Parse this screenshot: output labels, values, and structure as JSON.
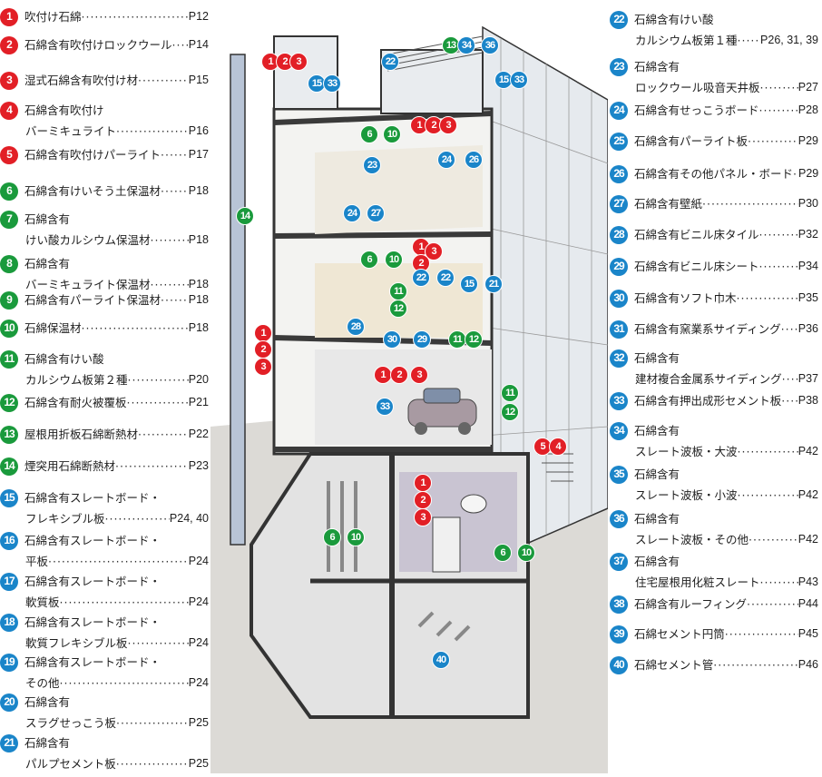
{
  "colors": {
    "spray": "#e21f26",
    "insulation": "#1a9a3c",
    "board": "#1a85c9"
  },
  "legend_left": [
    {
      "n": "1",
      "color": "red",
      "line1": "吹付け石綿",
      "line2": "",
      "page": "P12"
    },
    {
      "n": "2",
      "color": "red",
      "line1": "石綿含有吹付けロックウール",
      "line2": "",
      "page": "P14"
    },
    {
      "n": "3",
      "color": "red",
      "line1": "湿式石綿含有吹付け材",
      "line2": "",
      "page": "P15"
    },
    {
      "n": "4",
      "color": "red",
      "line1": "石綿含有吹付け",
      "line2": "バーミキュライト",
      "page": "P16"
    },
    {
      "n": "5",
      "color": "red",
      "line1": "石綿含有吹付けパーライト",
      "line2": "",
      "page": "P17"
    },
    {
      "n": "6",
      "color": "green",
      "line1": "石綿含有けいそう土保温材",
      "line2": "",
      "page": "P18"
    },
    {
      "n": "7",
      "color": "green",
      "line1": "石綿含有",
      "line2": "けい酸カルシウム保温材",
      "page": "P18"
    },
    {
      "n": "8",
      "color": "green",
      "line1": "石綿含有",
      "line2": "バーミキュライト保温材",
      "page": "P18"
    },
    {
      "n": "9",
      "color": "green",
      "line1": "石綿含有パーライト保温材",
      "line2": "",
      "page": "P18"
    },
    {
      "n": "10",
      "color": "green",
      "line1": "石綿保温材",
      "line2": "",
      "page": "P18"
    },
    {
      "n": "11",
      "color": "green",
      "line1": "石綿含有けい酸",
      "line2": "カルシウム板第２種",
      "page": "P20"
    },
    {
      "n": "12",
      "color": "green",
      "line1": "石綿含有耐火被覆板",
      "line2": "",
      "page": "P21"
    },
    {
      "n": "13",
      "color": "green",
      "line1": "屋根用折板石綿断熱材",
      "line2": "",
      "page": "P22"
    },
    {
      "n": "14",
      "color": "green",
      "line1": "煙突用石綿断熱材",
      "line2": "",
      "page": "P23"
    },
    {
      "n": "15",
      "color": "blue",
      "line1": "石綿含有スレートボード・",
      "line2": "フレキシブル板",
      "page": "P24, 40"
    },
    {
      "n": "16",
      "color": "blue",
      "line1": "石綿含有スレートボード・",
      "line2": "平板",
      "page": "P24"
    },
    {
      "n": "17",
      "color": "blue",
      "line1": "石綿含有スレートボード・",
      "line2": "軟質板",
      "page": "P24"
    },
    {
      "n": "18",
      "color": "blue",
      "line1": "石綿含有スレートボード・",
      "line2": "軟質フレキシブル板",
      "page": "P24"
    },
    {
      "n": "19",
      "color": "blue",
      "line1": "石綿含有スレートボード・",
      "line2": "その他",
      "page": "P24"
    },
    {
      "n": "20",
      "color": "blue",
      "line1": "石綿含有",
      "line2": "スラグせっこう板",
      "page": "P25"
    },
    {
      "n": "21",
      "color": "blue",
      "line1": "石綿含有",
      "line2": "パルプセメント板",
      "page": "P25"
    }
  ],
  "legend_right": [
    {
      "n": "22",
      "color": "blue",
      "line1": "石綿含有けい酸",
      "line2": "カルシウム板第１種",
      "page": "P26, 31, 39"
    },
    {
      "n": "23",
      "color": "blue",
      "line1": "石綿含有",
      "line2": "ロックウール吸音天井板",
      "page": "P27"
    },
    {
      "n": "24",
      "color": "blue",
      "line1": "石綿含有せっこうボード",
      "line2": "",
      "page": "P28"
    },
    {
      "n": "25",
      "color": "blue",
      "line1": "石綿含有パーライト板",
      "line2": "",
      "page": "P29"
    },
    {
      "n": "26",
      "color": "blue",
      "line1": "石綿含有その他パネル・ボード",
      "line2": "",
      "page": "P29"
    },
    {
      "n": "27",
      "color": "blue",
      "line1": "石綿含有壁紙",
      "line2": "",
      "page": "P30"
    },
    {
      "n": "28",
      "color": "blue",
      "line1": "石綿含有ビニル床タイル",
      "line2": "",
      "page": "P32"
    },
    {
      "n": "29",
      "color": "blue",
      "line1": "石綿含有ビニル床シート",
      "line2": "",
      "page": "P34"
    },
    {
      "n": "30",
      "color": "blue",
      "line1": "石綿含有ソフト巾木",
      "line2": "",
      "page": "P35"
    },
    {
      "n": "31",
      "color": "blue",
      "line1": "石綿含有窯業系サイディング",
      "line2": "",
      "page": "P36"
    },
    {
      "n": "32",
      "color": "blue",
      "line1": "石綿含有",
      "line2": "建材複合金属系サイディング",
      "page": "P37"
    },
    {
      "n": "33",
      "color": "blue",
      "line1": "石綿含有押出成形セメント板",
      "line2": "",
      "page": "P38"
    },
    {
      "n": "34",
      "color": "blue",
      "line1": "石綿含有",
      "line2": "スレート波板・大波",
      "page": "P42"
    },
    {
      "n": "35",
      "color": "blue",
      "line1": "石綿含有",
      "line2": "スレート波板・小波",
      "page": "P42"
    },
    {
      "n": "36",
      "color": "blue",
      "line1": "石綿含有",
      "line2": "スレート波板・その他",
      "page": "P42"
    },
    {
      "n": "37",
      "color": "blue",
      "line1": "石綿含有",
      "line2": "住宅屋根用化粧スレート",
      "page": "P43"
    },
    {
      "n": "38",
      "color": "blue",
      "line1": "石綿含有ルーフィング",
      "line2": "",
      "page": "P44"
    },
    {
      "n": "39",
      "color": "blue",
      "line1": "石綿セメント円筒",
      "line2": "",
      "page": "P45"
    },
    {
      "n": "40",
      "color": "blue",
      "line1": "石綿セメント管",
      "line2": "",
      "page": "P46"
    }
  ],
  "markers": [
    {
      "n": "1",
      "color": "red",
      "loc": "rooftop-machine-room"
    },
    {
      "n": "2",
      "color": "red",
      "loc": "rooftop-machine-room"
    },
    {
      "n": "3",
      "color": "red",
      "loc": "rooftop-machine-room"
    },
    {
      "n": "15",
      "color": "blue",
      "loc": "rooftop-machine-room-wall"
    },
    {
      "n": "33",
      "color": "blue",
      "loc": "rooftop-machine-room-wall"
    },
    {
      "n": "22",
      "color": "blue",
      "loc": "rooftop-penthouse"
    },
    {
      "n": "13",
      "color": "green",
      "loc": "roof-deck"
    },
    {
      "n": "34",
      "color": "blue",
      "loc": "roof-deck",
      "range_to": "36"
    },
    {
      "n": "36",
      "color": "blue",
      "loc": "roof-deck"
    },
    {
      "n": "15",
      "color": "blue",
      "loc": "facade"
    },
    {
      "n": "33",
      "color": "blue",
      "loc": "facade"
    },
    {
      "n": "6",
      "color": "green",
      "loc": "top-floor-ceiling-duct",
      "range_to": "10"
    },
    {
      "n": "10",
      "color": "green",
      "loc": "top-floor-ceiling-duct"
    },
    {
      "n": "1",
      "color": "red",
      "loc": "top-floor-ceiling-beam"
    },
    {
      "n": "2",
      "color": "red",
      "loc": "top-floor-ceiling-beam"
    },
    {
      "n": "3",
      "color": "red",
      "loc": "top-floor-ceiling-beam"
    },
    {
      "n": "23",
      "color": "blue",
      "loc": "office-ceiling"
    },
    {
      "n": "24",
      "color": "blue",
      "loc": "office-ceiling",
      "range_to": "26"
    },
    {
      "n": "26",
      "color": "blue",
      "loc": "office-ceiling"
    },
    {
      "n": "24",
      "color": "blue",
      "loc": "office-wall",
      "range_to": "27"
    },
    {
      "n": "27",
      "color": "blue",
      "loc": "office-wall"
    },
    {
      "n": "14",
      "color": "green",
      "loc": "chimney"
    },
    {
      "n": "6",
      "color": "green",
      "loc": "second-floor-ceiling"
    },
    {
      "n": "10",
      "color": "green",
      "loc": "second-floor-ceiling"
    },
    {
      "n": "1",
      "color": "red",
      "loc": "second-floor-beam"
    },
    {
      "n": "3",
      "color": "red",
      "loc": "second-floor-beam"
    },
    {
      "n": "2",
      "color": "red",
      "loc": "second-floor-beam"
    },
    {
      "n": "22",
      "color": "blue",
      "loc": "kitchen-wall"
    },
    {
      "n": "22",
      "color": "blue",
      "loc": "kitchen-wall"
    },
    {
      "n": "15",
      "color": "blue",
      "loc": "toilet-wall",
      "range_to": "21"
    },
    {
      "n": "21",
      "color": "blue",
      "loc": "toilet-wall"
    },
    {
      "n": "11",
      "color": "green",
      "loc": "column"
    },
    {
      "n": "12",
      "color": "green",
      "loc": "column"
    },
    {
      "n": "28",
      "color": "blue",
      "loc": "floor-tile"
    },
    {
      "n": "30",
      "color": "blue",
      "loc": "baseboard"
    },
    {
      "n": "29",
      "color": "blue",
      "loc": "floor-sheet"
    },
    {
      "n": "11",
      "color": "green",
      "loc": "toilet-column"
    },
    {
      "n": "12",
      "color": "green",
      "loc": "toilet-column"
    },
    {
      "n": "1",
      "color": "red",
      "loc": "elevator-shaft"
    },
    {
      "n": "2",
      "color": "red",
      "loc": "elevator-shaft"
    },
    {
      "n": "3",
      "color": "red",
      "loc": "elevator-shaft"
    },
    {
      "n": "1",
      "color": "red",
      "loc": "parking-ceiling"
    },
    {
      "n": "2",
      "color": "red",
      "loc": "parking-ceiling"
    },
    {
      "n": "3",
      "color": "red",
      "loc": "parking-ceiling"
    },
    {
      "n": "33",
      "color": "blue",
      "loc": "parking-wall"
    },
    {
      "n": "11",
      "color": "green",
      "loc": "parking-column"
    },
    {
      "n": "12",
      "color": "green",
      "loc": "parking-column"
    },
    {
      "n": "5",
      "color": "red",
      "loc": "stairwell"
    },
    {
      "n": "4",
      "color": "red",
      "loc": "stairwell"
    },
    {
      "n": "1",
      "color": "red",
      "loc": "boiler-room"
    },
    {
      "n": "2",
      "color": "red",
      "loc": "boiler-room"
    },
    {
      "n": "3",
      "color": "red",
      "loc": "boiler-room"
    },
    {
      "n": "6",
      "color": "green",
      "loc": "pipe-shaft",
      "range_to": "10"
    },
    {
      "n": "10",
      "color": "green",
      "loc": "pipe-shaft"
    },
    {
      "n": "6",
      "color": "green",
      "loc": "boiler-tank",
      "range_to": "10"
    },
    {
      "n": "10",
      "color": "green",
      "loc": "boiler-tank"
    },
    {
      "n": "40",
      "color": "blue",
      "loc": "basement-pipes"
    }
  ]
}
